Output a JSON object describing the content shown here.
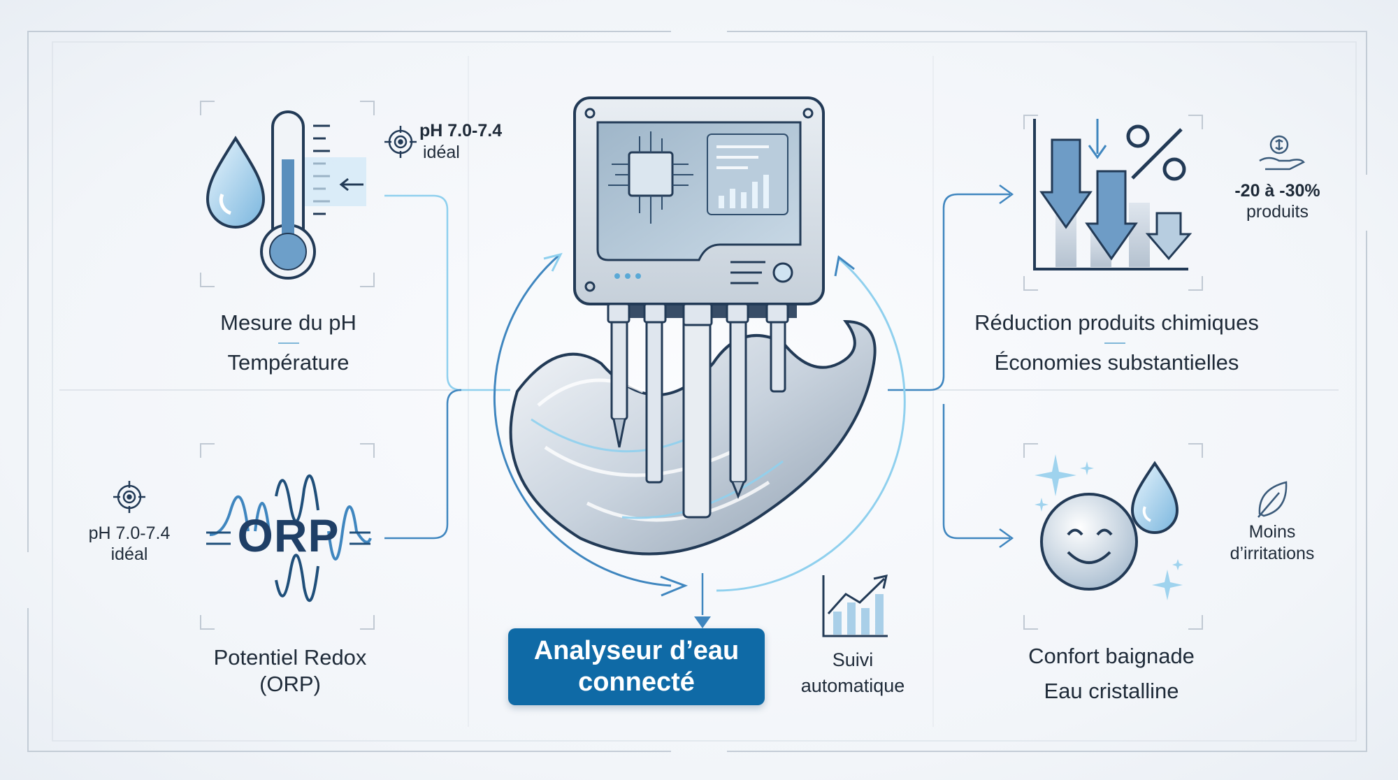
{
  "title": {
    "line1": "Analyseur d’eau",
    "line2": "connecté"
  },
  "left_top": {
    "line1": "Mesure du pH",
    "line2": "Température",
    "note_line1": "pH 7.0-7.4",
    "note_line2": "idéal",
    "icons": [
      "water-drop-icon",
      "thermometer-icon",
      "target-icon"
    ]
  },
  "left_bottom": {
    "line1": "Potentiel Redox",
    "line2": "(ORP)",
    "badge": "ORP",
    "note_line1": "pH 7.0-7.4",
    "note_line2": "idéal",
    "icons": [
      "orp-signal-icon",
      "target-icon"
    ]
  },
  "right_top": {
    "line1": "Réduction produits chimiques",
    "line2": "Économies substantielles",
    "note_line1": "-20 à -30%",
    "note_line2": "produits",
    "icons": [
      "down-arrows-chart-icon",
      "percent-icon",
      "money-hand-icon"
    ]
  },
  "right_bottom": {
    "line1": "Confort baignade",
    "line2": "Eau cristalline",
    "note_line1": "Moins",
    "note_line2": "d’irritations",
    "icons": [
      "smiling-water-icon",
      "sparkle-icon",
      "leaf-icon"
    ]
  },
  "bottom_middle": {
    "line1": "Suivi",
    "line2": "automatique",
    "icons": [
      "growth-chart-icon"
    ]
  },
  "center": {
    "icons": [
      "analyzer-device-icon",
      "probe-icon",
      "water-wave-icon",
      "cycle-arrows-icon"
    ]
  },
  "colors": {
    "accent": "#0f6aa6",
    "line": "#3f86bf",
    "line_light": "#8fd0ee",
    "frame": "#c3ccd6"
  }
}
